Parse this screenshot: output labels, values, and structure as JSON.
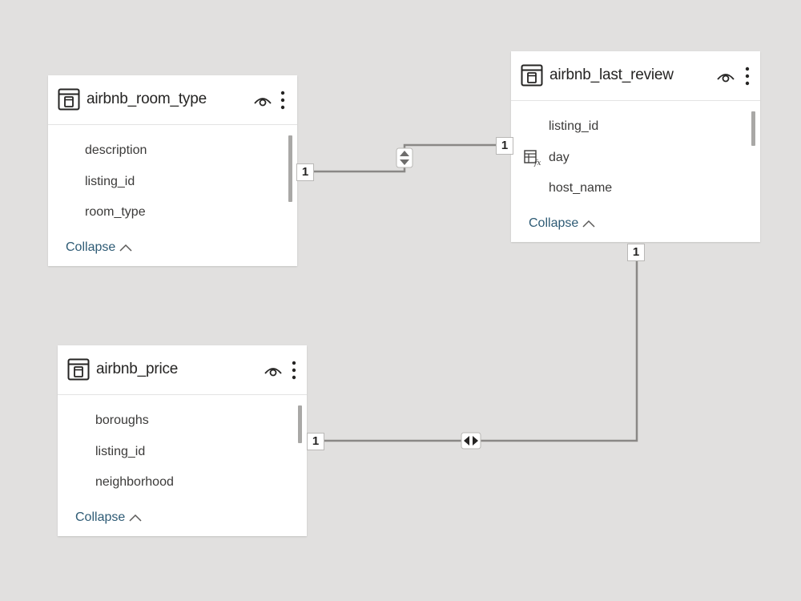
{
  "colors": {
    "canvas": "#e1e0df",
    "card": "#ffffff",
    "line": "#8a8886",
    "text": "#252423",
    "link": "#2e5b75"
  },
  "icons": {
    "table": "table-icon",
    "visibility": "eye-icon",
    "menu": "more-vertical-icon",
    "calculated": "calculated-column-icon",
    "cross_filter_single": "single-direction-filter-icon",
    "cross_filter_both": "bidirectional-filter-icon"
  },
  "tables": {
    "room_type": {
      "name": "airbnb_room_type",
      "fields": [
        "description",
        "listing_id",
        "room_type"
      ],
      "collapse_label": "Collapse"
    },
    "last_review": {
      "name": "airbnb_last_review",
      "fields": [
        "listing_id",
        "day",
        "host_name"
      ],
      "collapse_label": "Collapse"
    },
    "price": {
      "name": "airbnb_price",
      "fields": [
        "boroughs",
        "listing_id",
        "neighborhood"
      ],
      "collapse_label": "Collapse"
    }
  },
  "relationships": [
    {
      "from": "airbnb_room_type",
      "to": "airbnb_last_review",
      "from_cardinality": "1",
      "to_cardinality": "1"
    },
    {
      "from": "airbnb_price",
      "to": "airbnb_last_review",
      "from_cardinality": "1",
      "to_cardinality": "1"
    }
  ]
}
